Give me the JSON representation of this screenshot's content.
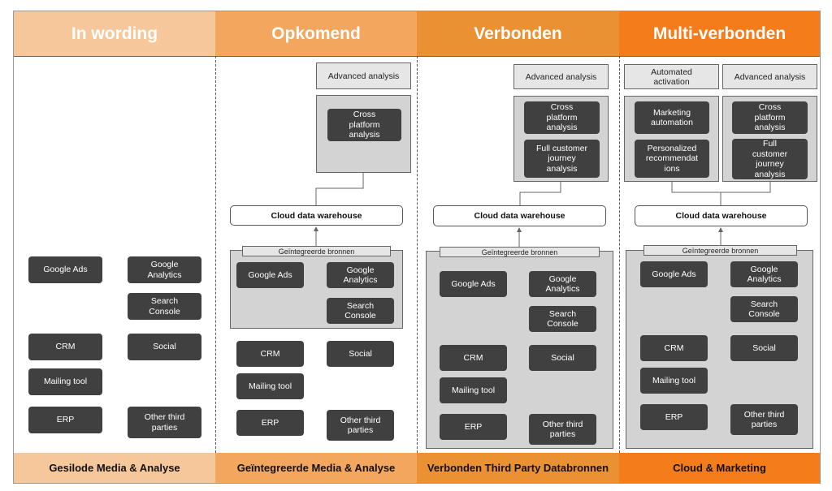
{
  "colors": {
    "col1": "#f7c79c",
    "col2": "#f2a65e",
    "col3": "#ea9133",
    "col4": "#f47c1a",
    "node": "#404040",
    "panel": "#d3d3d3"
  },
  "columns": [
    {
      "header": "In wording",
      "footer": "Gesilode Media & Analyse"
    },
    {
      "header": "Opkomend",
      "footer": "Geïntegreerde Media & Analyse"
    },
    {
      "header": "Verbonden",
      "footer": "Verbonden Third Party Databronnen"
    },
    {
      "header": "Multi-verbonden",
      "footer": "Cloud & Marketing"
    }
  ],
  "common": {
    "google_ads": "Google Ads",
    "google_analytics": "Google\nAnalytics",
    "search_console": "Search\nConsole",
    "crm": "CRM",
    "social": "Social",
    "mailing_tool": "Mailing tool",
    "erp": "ERP",
    "other_third": "Other third\nparties",
    "cloud_dw": "Cloud data warehouse",
    "integrated": "Geïntegreerde bronnen",
    "advanced": "Advanced analysis",
    "cross_platform": "Cross\nplatform\nanalysis",
    "full_customer": "Full customer\njourney\nanalysis",
    "full_customer_b": "Full\ncustomer\njourney\nanalysis",
    "automated_activation": "Automated\nactivation",
    "marketing_automation": "Marketing\nautomation",
    "personalized": "Personalized\nrecommendat\nions"
  }
}
